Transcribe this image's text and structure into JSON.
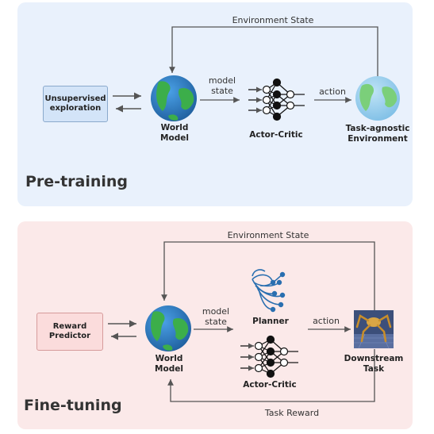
{
  "pretraining": {
    "section_title": "Pre-training",
    "env_state_label": "Environment State",
    "unsup_box": "Unsupervised\nexploration",
    "world_model_label": "World\nModel",
    "model_state_label": "model\nstate",
    "actor_critic_label": "Actor-Critic",
    "action_label": "action",
    "env_label": "Task-agnostic\nEnvironment"
  },
  "finetuning": {
    "section_title": "Fine-tuning",
    "env_state_label": "Environment State",
    "reward_box": "Reward\nPredictor",
    "world_model_label": "World\nModel",
    "model_state_label": "model\nstate",
    "planner_label": "Planner",
    "actor_critic_label": "Actor-Critic",
    "action_label": "action",
    "task_label": "Downstream\nTask",
    "task_reward_label": "Task Reward"
  },
  "colors": {
    "pretrain_bg": "#e9f1fc",
    "finetune_bg": "#fbe9e9",
    "arrow": "#555555",
    "ocean": "#2f7fc6",
    "land": "#3cae4a"
  }
}
